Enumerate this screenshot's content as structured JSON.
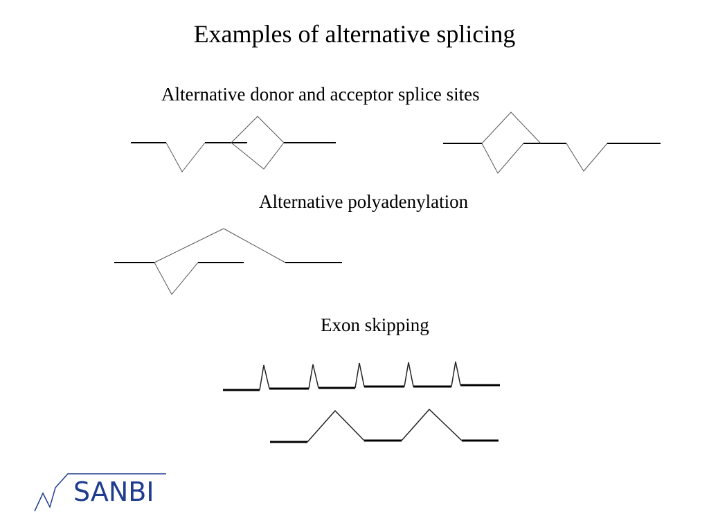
{
  "slide": {
    "title": "Examples of alternative splicing",
    "sections": {
      "donor_acceptor": "Alternative donor and acceptor splice sites",
      "polyadenylation": "Alternative polyadenylation",
      "exon_skipping": "Exon skipping"
    }
  },
  "logo": {
    "text": "SANBI",
    "color": "#1f3c8f"
  },
  "colors": {
    "exon": "#000000",
    "intron": "#555555"
  }
}
